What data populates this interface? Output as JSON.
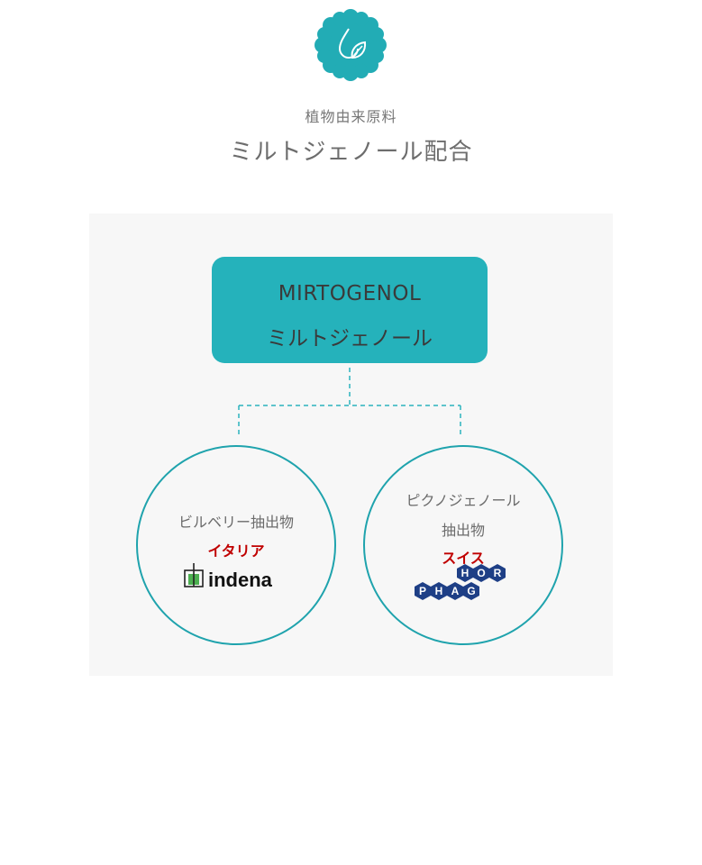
{
  "header": {
    "icon": "water-drop-leaf-icon",
    "subtitle": "植物由来原料",
    "title": "ミルトジェノール配合"
  },
  "main_ingredient": {
    "name_en": "MIRTOGENOL",
    "name_jp": "ミルトジェノール"
  },
  "sources": [
    {
      "name": "ビルベリー抽出物",
      "country": "イタリア",
      "logo_text": "indena"
    },
    {
      "name_line1": "ピクノジェノール",
      "name_line2": "抽出物",
      "country": "スイス",
      "logo_letters": [
        "H",
        "O",
        "R",
        "P",
        "H",
        "A",
        "G"
      ]
    }
  ],
  "colors": {
    "teal": "#25b2bb",
    "circle_border": "#1fa3ad",
    "country": "#c00000",
    "logo_blue": "#1e3f86",
    "logo_green": "#4caf50"
  }
}
